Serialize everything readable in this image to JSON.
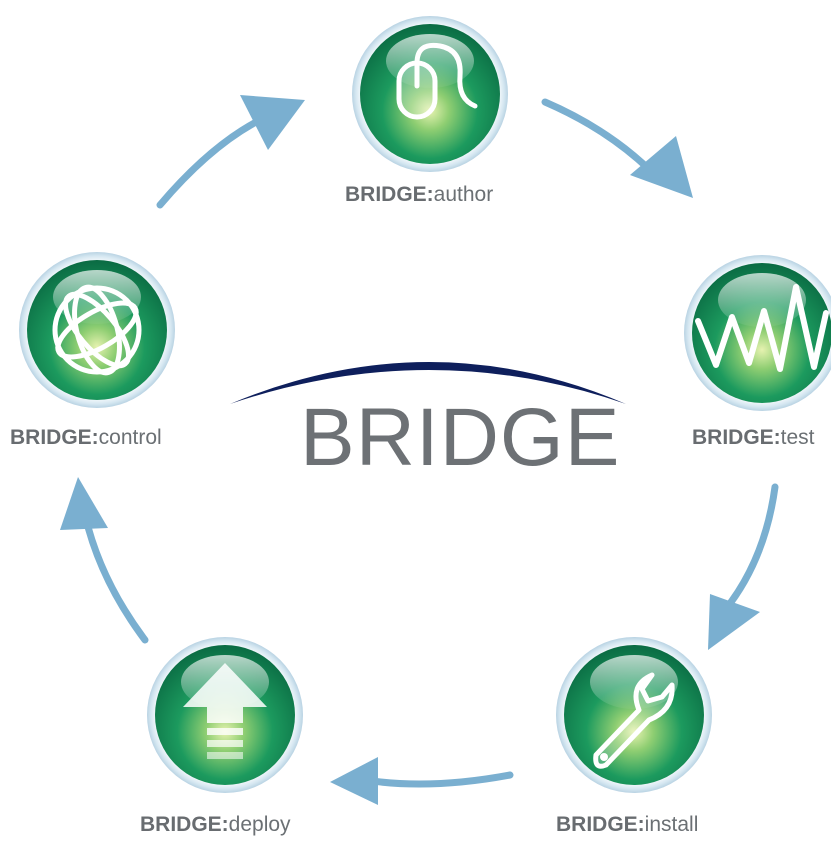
{
  "title": "BRIDGE",
  "label_prefix": "BRIDGE:",
  "nodes": [
    {
      "id": "author",
      "suffix": "author",
      "icon": "mouse-icon"
    },
    {
      "id": "test",
      "suffix": "test",
      "icon": "waveform-icon"
    },
    {
      "id": "install",
      "suffix": "install",
      "icon": "wrench-icon"
    },
    {
      "id": "deploy",
      "suffix": "deploy",
      "icon": "upload-arrow-icon"
    },
    {
      "id": "control",
      "suffix": "control",
      "icon": "globe-icon"
    }
  ],
  "colors": {
    "node_fill": "#139160",
    "node_ring": "#dcebf3",
    "arrow": "#7aafd0",
    "arc": "#0e1f5c",
    "text": "#6b7074"
  }
}
